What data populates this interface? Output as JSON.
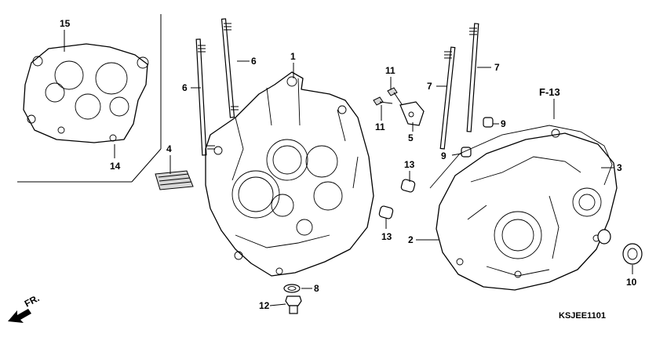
{
  "diagram": {
    "section_ref": "F-13",
    "catalog_code": "KSJEE1101",
    "front_marker": "FR.",
    "callouts": [
      "15",
      "14",
      "4",
      "6",
      "6",
      "1",
      "11",
      "11",
      "5",
      "13",
      "13",
      "8",
      "12",
      "7",
      "7",
      "9",
      "9",
      "3",
      "2",
      "10"
    ]
  },
  "colors": {
    "line": "#000000",
    "background": "#ffffff",
    "shade": "#d8d8d8"
  }
}
